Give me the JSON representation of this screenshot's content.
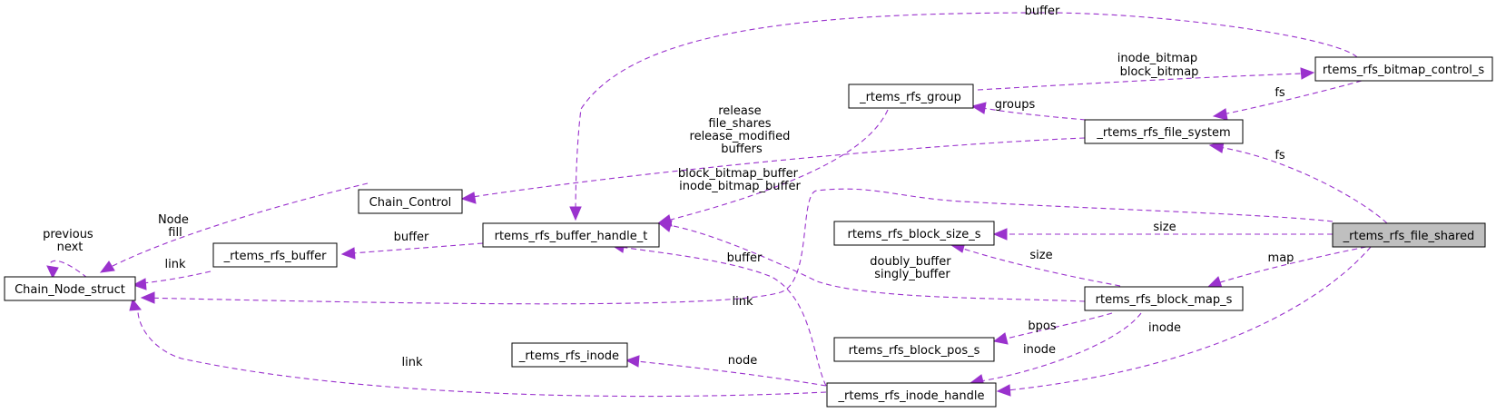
{
  "colors": {
    "edge": "#9a32cd",
    "node_border": "#000000",
    "focus_fill": "#bfbfbf"
  },
  "nodes": {
    "file_shared": "_rtems_rfs_file_shared",
    "bitmap_control": "rtems_rfs_bitmap_control_s",
    "file_system": "_rtems_rfs_file_system",
    "group": "_rtems_rfs_group",
    "chain_control": "Chain_Control",
    "buffer_handle": "rtems_rfs_buffer_handle_t",
    "rfs_buffer": "_rtems_rfs_buffer",
    "chain_node": "Chain_Node_struct",
    "block_size": "rtems_rfs_block_size_s",
    "block_map": "rtems_rfs_block_map_s",
    "block_pos": "rtems_rfs_block_pos_s",
    "rfs_inode": "_rtems_rfs_inode",
    "inode_handle": "_rtems_rfs_inode_handle"
  },
  "edge_labels": {
    "buffer_top": [
      "buffer"
    ],
    "bitmap_to_group": [
      "inode_bitmap",
      "block_bitmap"
    ],
    "fs_bitmap": [
      "fs"
    ],
    "groups": [
      "groups"
    ],
    "fs_shared": [
      "fs"
    ],
    "chain_control": [
      "release",
      "file_shares",
      "release_modified",
      "buffers"
    ],
    "group_buffers": [
      "block_bitmap_buffer",
      "inode_bitmap_buffer"
    ],
    "node_fill": [
      "Node",
      "fill"
    ],
    "self_loop": [
      "previous",
      "next"
    ],
    "buffer_mid": [
      "buffer"
    ],
    "link_buffer": [
      "link"
    ],
    "buffer_inode": [
      "buffer"
    ],
    "doubly_singly": [
      "doubly_buffer",
      "singly_buffer"
    ],
    "size_shared": [
      "size"
    ],
    "size_map": [
      "size"
    ],
    "map": [
      "map"
    ],
    "link_shared": [
      "link"
    ],
    "link_inode": [
      "link"
    ],
    "bpos": [
      "bpos"
    ],
    "inode_map": [
      "inode"
    ],
    "inode_shared": [
      "inode"
    ],
    "node": [
      "node"
    ]
  }
}
